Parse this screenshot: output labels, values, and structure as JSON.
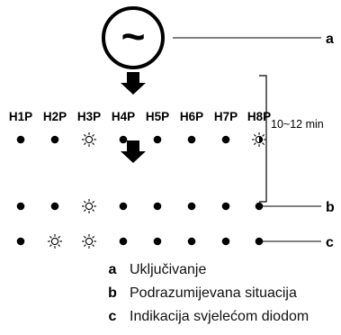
{
  "power_symbol": "~",
  "callouts": {
    "a": "a",
    "b": "b",
    "c": "c"
  },
  "led_headers": [
    "H1P",
    "H2P",
    "H3P",
    "H4P",
    "H5P",
    "H6P",
    "H7P",
    "H8P"
  ],
  "timer_label": "10~12 min",
  "led_rows": [
    {
      "states": [
        "on",
        "on",
        "blink",
        "on",
        "on",
        "on",
        "on",
        "half"
      ]
    },
    {
      "states": [
        "on",
        "on",
        "blink",
        "on",
        "on",
        "on",
        "on",
        "on"
      ]
    },
    {
      "states": [
        "on",
        "blink",
        "blink",
        "on",
        "on",
        "on",
        "on",
        "on"
      ]
    }
  ],
  "legend": [
    {
      "letter": "a",
      "text": "Uključivanje"
    },
    {
      "letter": "b",
      "text": "Podrazumijevana situacija"
    },
    {
      "letter": "c",
      "text": "Indikacija svjelećom diodom"
    }
  ]
}
